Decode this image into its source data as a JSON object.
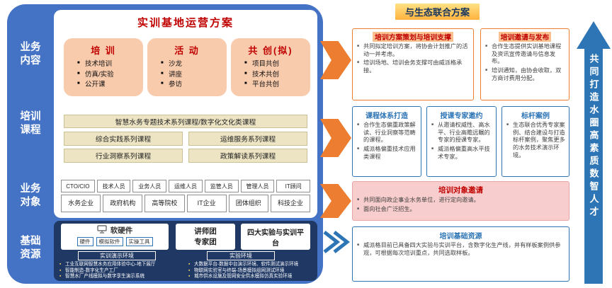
{
  "left": {
    "title": "实训基地运营方案",
    "labels": [
      "业务\n内容",
      "培训\n课程",
      "业务\n对象",
      "基础\n资源"
    ],
    "content_boxes": [
      {
        "title": "培 训",
        "items": [
          "技术培训",
          "仿真/实验",
          "公开课"
        ]
      },
      {
        "title": "活 动",
        "items": [
          "沙龙",
          "讲座",
          "参访"
        ]
      },
      {
        "title": "共 创(拟)",
        "items": [
          "项目共创",
          "技术共创",
          "平台共创"
        ]
      }
    ],
    "courses": {
      "full": "智慧水务专题技术系列课程/数字化文化类课程",
      "cells": [
        "综合实践系列课程",
        "运维服务系列课程",
        "行业洞察系列课程",
        "政策解读系列课程"
      ]
    },
    "audience": {
      "row1": [
        "CTO/CIO",
        "技术人员",
        "业务人员",
        "运维人员",
        "监管人员",
        "管理人员",
        "IT顾问"
      ],
      "row2": [
        "水务企业",
        "政府机构",
        "高等院校",
        "IT企业",
        "团体组织",
        "科技企业"
      ]
    },
    "resources": {
      "hardware_title": "软硬件",
      "hardware_items": [
        "硬件",
        "模拟软件",
        "实操工具"
      ],
      "lecturer": "讲师团\n专家团",
      "platform": "四大实验与实训平台",
      "demo_title": "实训演示环境",
      "demo_items": [
        "工业互联网智慧水务应用体验中心-地下展厅",
        "智能制造-数字化生产工厂",
        "智慧水厂产线模拟与数字孪生演示系统"
      ],
      "lab_title": "实验环境",
      "lab_items": [
        "大数据平台-数据中台演示环境、软件测试演示环境",
        "物联网实验室与终端-场景模拟组网测试环境",
        "城市供水设施及管网安全供水模拟仿真实验环境"
      ]
    }
  },
  "right": {
    "header": "与生态联合方案",
    "plan_box": {
      "title": "培训方案策划与培训支撑",
      "items": [
        "共同拟定培训方案，将协会计划推广的活动一并考虑。",
        "培训场地、培训会务支撑可由威派格承接。"
      ]
    },
    "invite_box": {
      "title": "培训邀请与发布",
      "items": [
        "合作生态提供实训基地课程及资讯宣传邀请与信息发布。",
        "培训通知，由协会收取，双方商讨费用分配。"
      ]
    },
    "course_box": {
      "title": "课程体系打造",
      "items": [
        "合作生态偏重政策解读、行业洞察等范畴的课程。",
        "威派格偏重技术应用类课程"
      ]
    },
    "expert_box": {
      "title": "授课专家邀约",
      "items": [
        "从邀请权威性、高水平、行业高瞻远瞩的专家的授课专家。",
        "威派格偏重高水平技术专家。"
      ]
    },
    "case_box": {
      "title": "标杆案例",
      "items": [
        "生态联合优秀专家案例、结合建设与打造标杆案例，聚焦更多的水务技术演示环境。"
      ]
    },
    "audience_box": {
      "title": "培训对象邀请",
      "items": [
        "共同面向政企事业水务单位，进行定向邀请。",
        "面向社会广泛招生。"
      ]
    },
    "resource_box": {
      "title": "培训基础资源",
      "items": [
        "威派格目前已具备四大实验与实训平台，含数字化生产线，并有样板案例供参观，可根据每次培训重点，共同选取样板。"
      ]
    }
  },
  "arrow": {
    "text": "共同打造水圈高素质数智人才"
  },
  "colors": {
    "panel_blue": "#4472C4",
    "dark_navy": "#1F3864",
    "flow_orange": "#ED7D31",
    "title_red": "#C00000",
    "light_orange": "#F8CBAD",
    "course_tan": "#EDE4C4",
    "pink": "#F8CDCD",
    "arrow_blue": "#2E75B6"
  }
}
